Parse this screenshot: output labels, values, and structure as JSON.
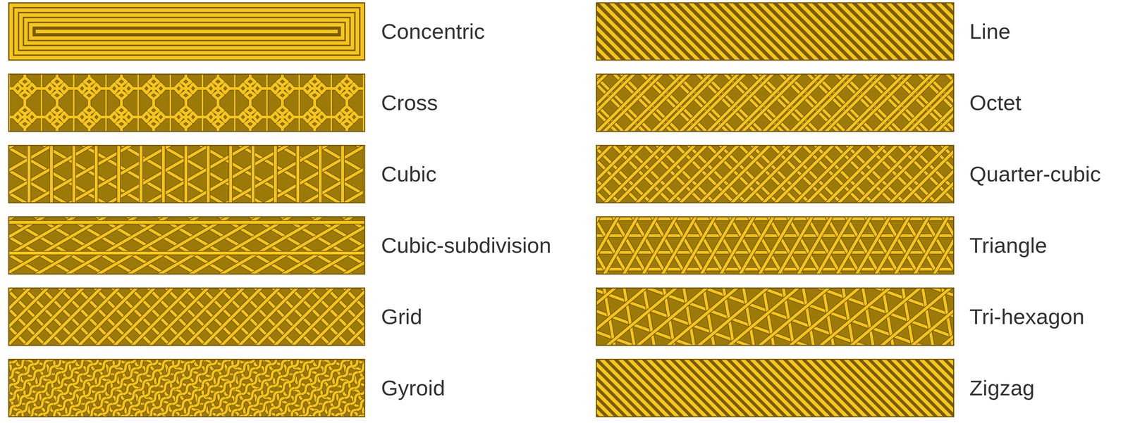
{
  "diagram": {
    "labels": [
      "Concentric",
      "Line",
      "Cross",
      "Octet",
      "Cubic",
      "Quarter-cubic",
      "Cubic-subdivision",
      "Triangle",
      "Grid",
      "Tri-hexagon",
      "Gyroid",
      "Zigzag"
    ]
  }
}
